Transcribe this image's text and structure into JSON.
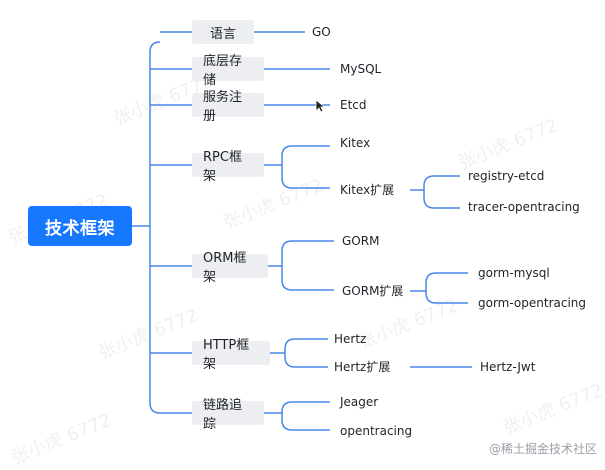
{
  "root": {
    "label": "技术框架"
  },
  "branches": [
    {
      "label": "语言",
      "children": [
        {
          "label": "GO"
        }
      ]
    },
    {
      "label": "底层存储",
      "children": [
        {
          "label": "MySQL"
        }
      ]
    },
    {
      "label": "服务注册",
      "children": [
        {
          "label": "Etcd"
        }
      ]
    },
    {
      "label": "RPC框架",
      "children": [
        {
          "label": "Kitex"
        },
        {
          "label": "Kitex扩展",
          "children": [
            {
              "label": "registry-etcd"
            },
            {
              "label": "tracer-opentracing"
            }
          ]
        }
      ]
    },
    {
      "label": "ORM框架",
      "children": [
        {
          "label": "GORM"
        },
        {
          "label": "GORM扩展",
          "children": [
            {
              "label": "gorm-mysql"
            },
            {
              "label": "gorm-opentracing"
            }
          ]
        }
      ]
    },
    {
      "label": "HTTP框架",
      "children": [
        {
          "label": "Hertz"
        },
        {
          "label": "Hertz扩展",
          "children": [
            {
              "label": "Hertz-Jwt"
            }
          ]
        }
      ]
    },
    {
      "label": "链路追踪",
      "children": [
        {
          "label": "Jeager"
        },
        {
          "label": "opentracing"
        }
      ]
    }
  ],
  "watermark": "张小虎 6772",
  "footer": "@稀土掘金技术社区",
  "colors": {
    "line": "#4a86e8",
    "root": "#1677ff",
    "node": "#eceef1"
  }
}
